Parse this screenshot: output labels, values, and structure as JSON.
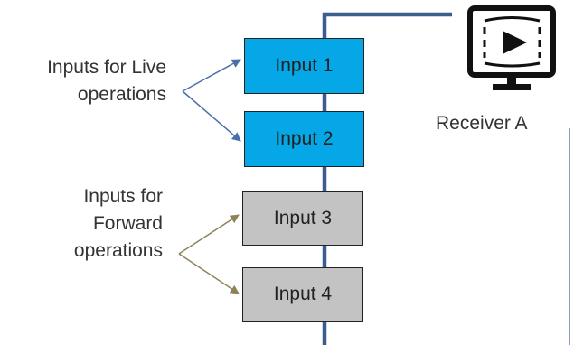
{
  "groups": [
    {
      "label_lines": [
        "Inputs for Live",
        "operations"
      ],
      "type": "live",
      "arrow_color": "#4a6faa"
    },
    {
      "label_lines": [
        "Inputs for",
        "Forward",
        "operations"
      ],
      "type": "forward",
      "arrow_color": "#8c8356"
    }
  ],
  "inputs": [
    {
      "label": "Input 1",
      "fill": "#05a7e6"
    },
    {
      "label": "Input 2",
      "fill": "#05a7e6"
    },
    {
      "label": "Input 3",
      "fill": "#c3c3c3"
    },
    {
      "label": "Input 4",
      "fill": "#c3c3c3"
    }
  ],
  "receiver": {
    "label": "Receiver A",
    "icon": "monitor-play-icon"
  },
  "colors": {
    "bus": "#3a5f8f",
    "live_fill": "#05a7e6",
    "forward_fill": "#c3c3c3",
    "live_arrow": "#4a6faa",
    "forward_arrow": "#8c8356"
  }
}
